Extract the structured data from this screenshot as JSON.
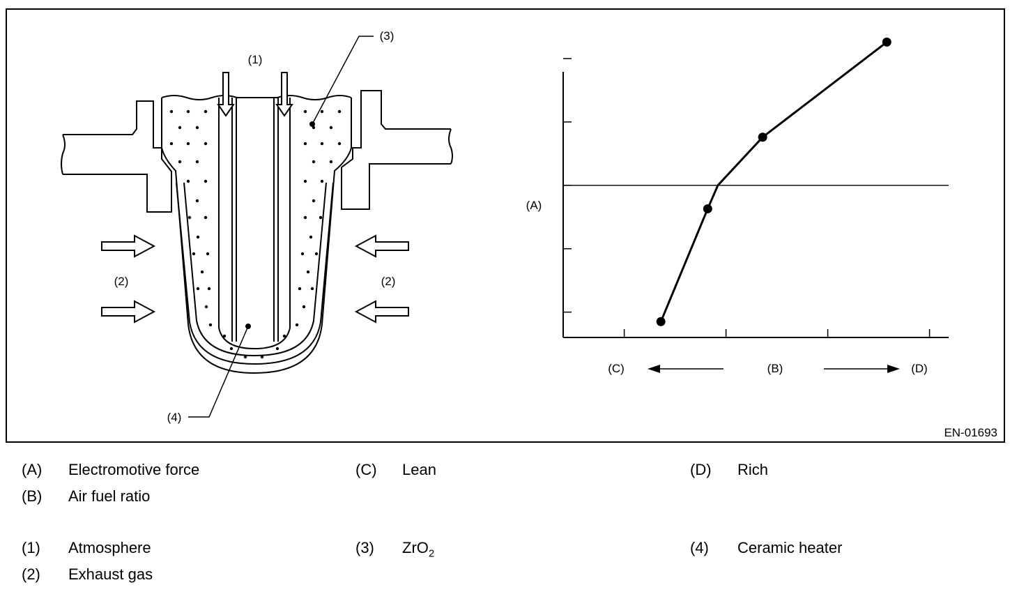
{
  "figure": {
    "code": "EN-01693",
    "callouts": {
      "atmosphere": "(1)",
      "exhaust_left": "(2)",
      "exhaust_right": "(2)",
      "zro2": "(3)",
      "heater": "(4)"
    }
  },
  "chart": {
    "y_label": "(A)",
    "x_label": "(B)",
    "x_left_label": "(C)",
    "x_right_label": "(D)",
    "grid": false,
    "threshold_line": true
  },
  "chart_data": {
    "type": "line",
    "title": "",
    "xlabel": "(B)",
    "ylabel": "(A)",
    "xlim": [
      0,
      4
    ],
    "ylim": [
      0,
      4.4
    ],
    "x_ticks": [
      0.6,
      1.6,
      2.6,
      3.6
    ],
    "y_ticks": [
      0.4,
      1.4,
      2.4,
      3.4,
      4.4
    ],
    "threshold_y": 2.4,
    "series": [
      {
        "values": [
          {
            "x": 0.96,
            "y": 0.25,
            "marker": true
          },
          {
            "x": 1.42,
            "y": 2.03,
            "marker": true
          },
          {
            "x": 1.52,
            "y": 2.4,
            "marker": false
          },
          {
            "x": 1.96,
            "y": 3.16,
            "marker": true
          },
          {
            "x": 3.18,
            "y": 4.66,
            "marker": true
          }
        ]
      }
    ]
  },
  "legend": {
    "items": [
      {
        "key": "(A)",
        "text": "Electromotive force"
      },
      {
        "key": "(C)",
        "text": "Lean"
      },
      {
        "key": "(D)",
        "text": "Rich"
      },
      {
        "key": "(B)",
        "text": "Air fuel ratio"
      },
      {
        "key": "(1)",
        "text": "Atmosphere"
      },
      {
        "key": "(3)",
        "text": "ZrO",
        "sub": "2"
      },
      {
        "key": "(4)",
        "text": "Ceramic heater"
      },
      {
        "key": "(2)",
        "text": "Exhaust gas"
      }
    ]
  }
}
